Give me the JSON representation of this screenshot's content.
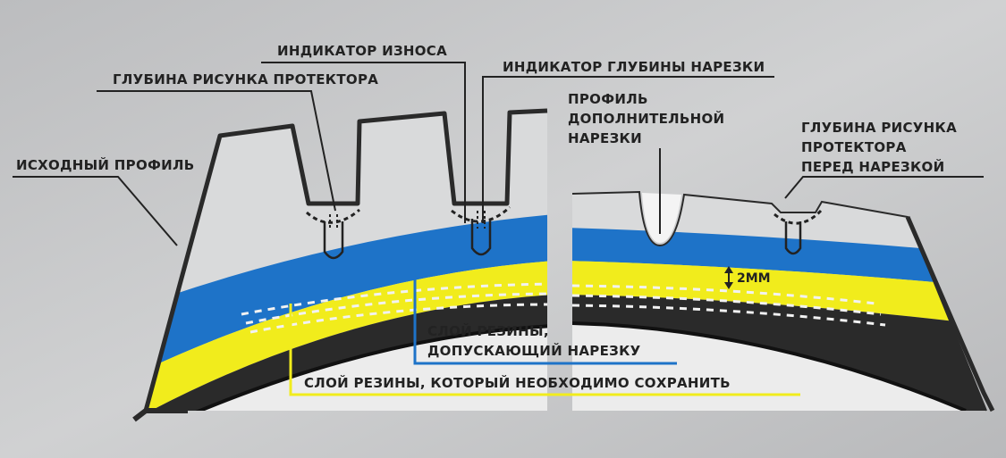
{
  "labels": {
    "wear_indicator": "ИНДИКАТОР ИЗНОСА",
    "tread_depth": "ГЛУБИНА РИСУНКА ПРОТЕКТОРА",
    "groove_depth_indicator": "ИНДИКАТОР ГЛУБИНЫ НАРЕЗКИ",
    "original_profile": "ИСХОДНЫЙ ПРОФИЛЬ",
    "extra_groove_profile": [
      "ПРОФИЛЬ",
      "ДОПОЛНИТЕЛЬНОЙ",
      "НАРЕЗКИ"
    ],
    "tread_depth_before": [
      "ГЛУБИНА РИСУНКА",
      "ПРОТЕКТОРА",
      "ПЕРЕД НАРЕЗКОЙ"
    ],
    "measure_2mm": "2ММ",
    "regroovable_layer": [
      "СЛОЙ РЕЗИНЫ,",
      "ДОПУСКАЮЩИЙ НАРЕЗКУ"
    ],
    "preserve_layer": "СЛОЙ РЕЗИНЫ, КОТОРЫЙ НЕОБХОДИМО СОХРАНИТЬ"
  },
  "colors": {
    "background": "#c9cacb",
    "tread_fill": "#d6d7d8",
    "regroovable_layer": "#1e73c8",
    "preserve_layer": "#f1ec1c",
    "carcass": "#2a2a2a",
    "inner": "#ececec"
  }
}
